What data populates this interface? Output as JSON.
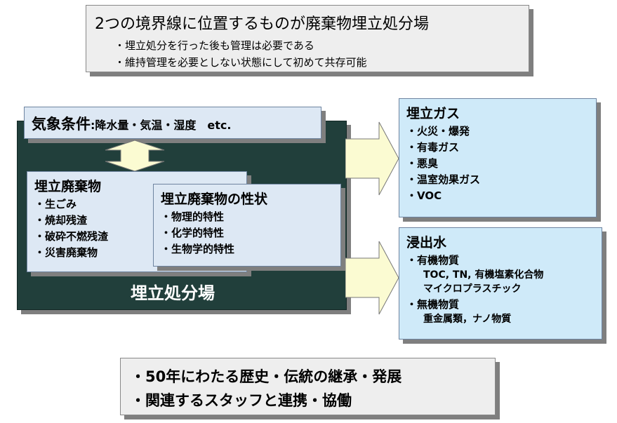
{
  "header": {
    "title": "2つの境界線に位置するものが廃棄物埋立処分場",
    "points": [
      "・埋立処分を行った後も管理は必要である",
      "・維持管理を必要としない状態にして初めて共存可能"
    ]
  },
  "weather": {
    "label": "気象条件",
    "detail": ":降水量・気温・湿度　etc."
  },
  "waste": {
    "title": "埋立廃棄物",
    "items": [
      "・生ごみ",
      "・焼却残渣",
      "・破砕不燃残渣",
      "・災害廃棄物"
    ]
  },
  "properties": {
    "title": "埋立廃棄物の性状",
    "items": [
      "・物理的特性",
      "・化学的特性",
      "・生物学的特性"
    ]
  },
  "landfill": {
    "label": "埋立処分場"
  },
  "gas": {
    "title": "埋立ガス",
    "items": [
      "・火災・爆発",
      "・有毒ガス",
      "・悪臭",
      "・温室効果ガス",
      "・VOC"
    ]
  },
  "leachate": {
    "title": "浸出水",
    "organic": "・有機物質",
    "organic_items": [
      "TOC, TN, 有機塩素化合物",
      "マイクロプラスチック"
    ],
    "inorganic": "・無機物質",
    "inorganic_items": [
      "重金属類，ナノ物質"
    ]
  },
  "footer": {
    "lines": [
      "・50年にわたる歴史・伝統の継承・発展",
      "・関連するスタッフと連携・協働"
    ]
  },
  "colors": {
    "landfill": "#213f3b",
    "panel": "#dde8f4",
    "output_panel": "#cfeaf9",
    "arrow": "#fbfbd2"
  },
  "icons": {
    "arrows": "right-arrow",
    "exchange": "double-vertical-arrow"
  }
}
